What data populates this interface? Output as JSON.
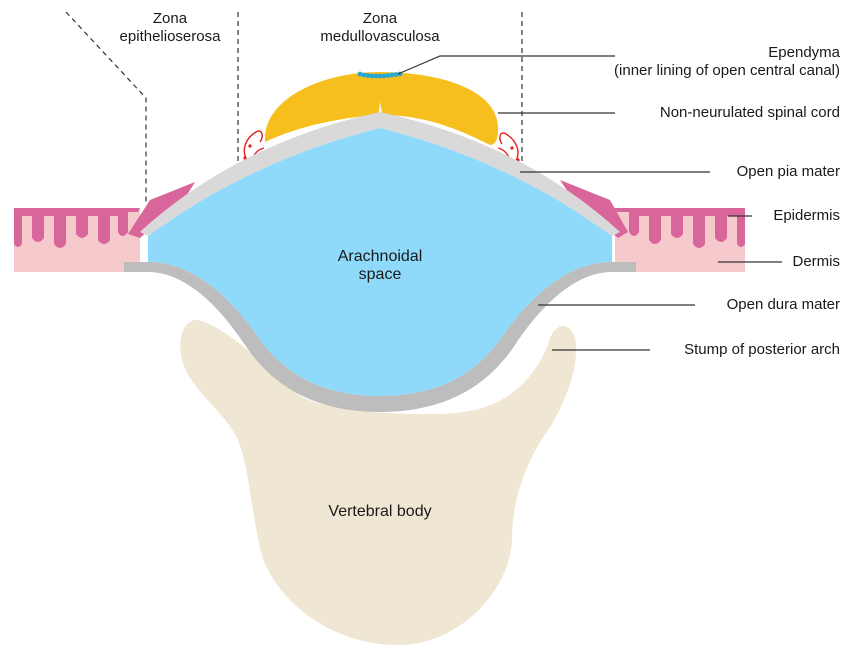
{
  "labels": {
    "zona_epithelioserosa_line1": "Zona",
    "zona_epithelioserosa_line2": "epithelioserosa",
    "zona_medullovasculosa_line1": "Zona",
    "zona_medullovasculosa_line2": "medullovasculosa",
    "ependyma_line1": "Ependyma",
    "ependyma_line2": "(inner lining of open central canal)",
    "non_neurulated": "Non-neurulated spinal cord",
    "open_pia": "Open pia mater",
    "epidermis": "Epidermis",
    "dermis": "Dermis",
    "open_dura": "Open dura mater",
    "stump": "Stump of posterior arch",
    "arachnoidal_line1": "Arachnoidal",
    "arachnoidal_line2": "space",
    "vertebral_body": "Vertebral body"
  },
  "colors": {
    "spinal_cord": "#f7bf1e",
    "arachnoid": "#8fd9fb",
    "pia": "#d9d9d9",
    "dura": "#bdbdbd",
    "epidermis": "#d9669a",
    "dermis": "#f6c9cd",
    "bone": "#efe7d3",
    "ependyma": "#2aa6d6",
    "vessels": "#e0201f"
  }
}
